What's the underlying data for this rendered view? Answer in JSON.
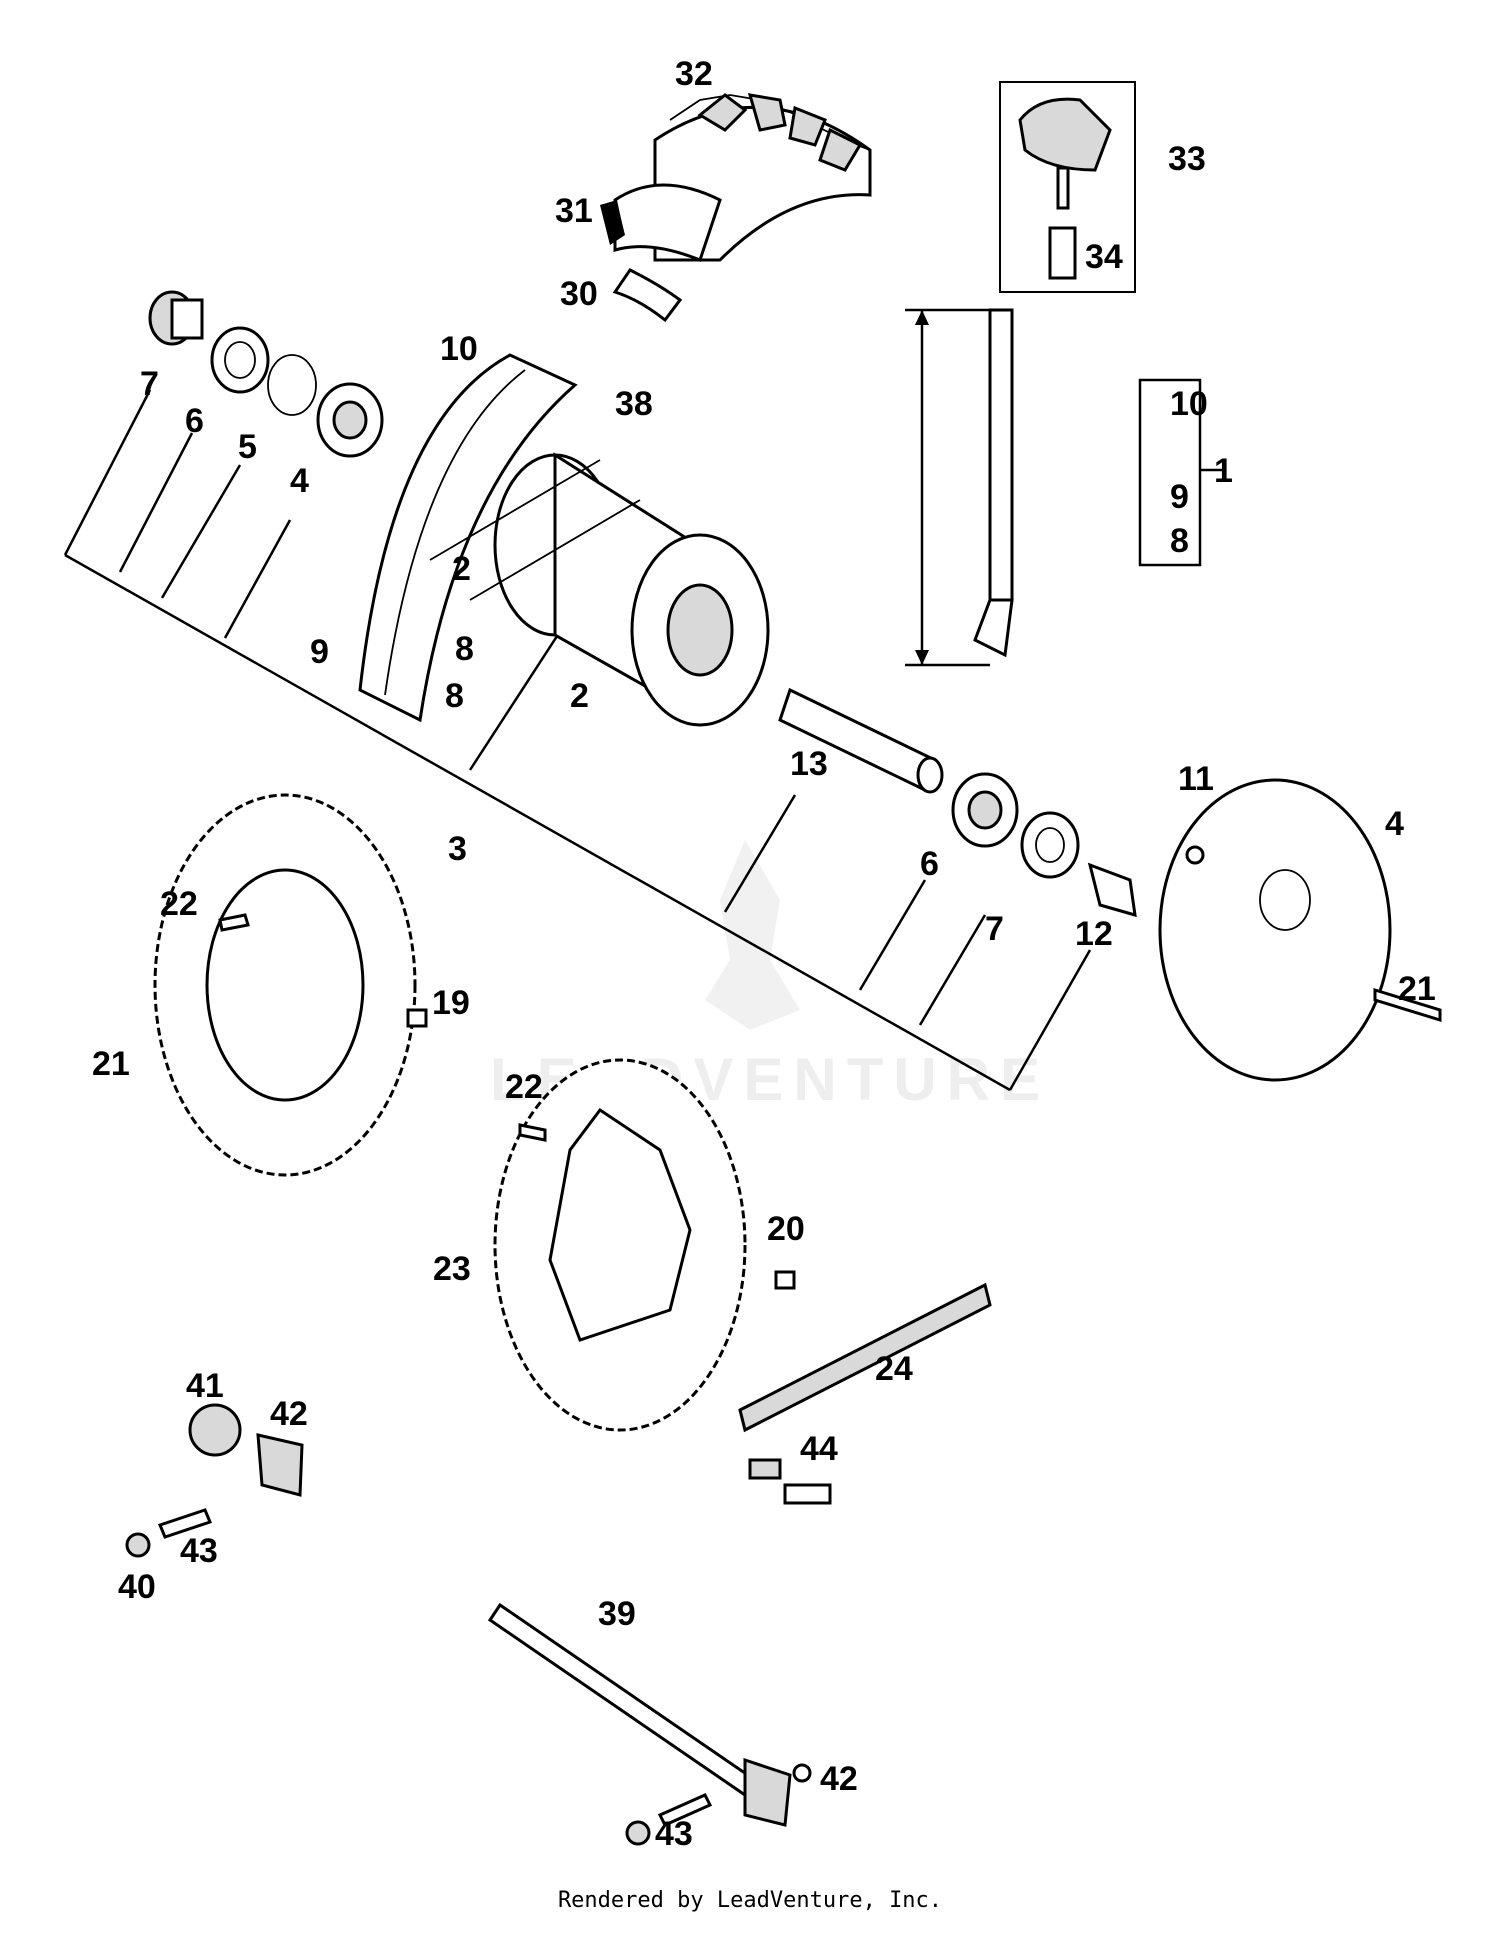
{
  "callouts": [
    "32",
    "31",
    "30",
    "33",
    "34",
    "10",
    "38",
    "7",
    "6",
    "5",
    "4",
    "2",
    "8",
    "9",
    "10",
    "1",
    "9",
    "8",
    "8",
    "2",
    "3",
    "13",
    "11",
    "4",
    "6",
    "7",
    "12",
    "21",
    "22",
    "19",
    "21",
    "22",
    "20",
    "23",
    "24",
    "44",
    "41",
    "42",
    "43",
    "40",
    "39",
    "42",
    "43"
  ],
  "watermark": "LEADVENTURE",
  "footer": "Rendered by LeadVenture, Inc."
}
